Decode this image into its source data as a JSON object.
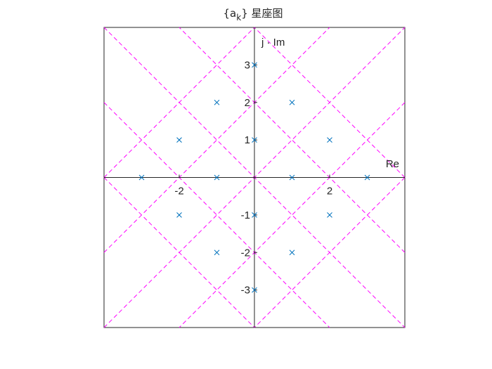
{
  "chart_data": {
    "type": "scatter",
    "title": {
      "prefix": "{a",
      "subscript": "k",
      "suffix": "} 星座图"
    },
    "xlabel": "Re",
    "ylabel": "j · Im",
    "xlim": [
      -4,
      4
    ],
    "ylim": [
      -4,
      4
    ],
    "grid": false,
    "x_tick_labels": [
      {
        "value": -2,
        "label": "-2"
      },
      {
        "value": 2,
        "label": "2"
      }
    ],
    "y_tick_labels": [
      {
        "value": 3,
        "label": "3"
      },
      {
        "value": 2,
        "label": "2"
      },
      {
        "value": 1,
        "label": "1"
      },
      {
        "value": -1,
        "label": "-1"
      },
      {
        "value": -2,
        "label": "-2"
      },
      {
        "value": -3,
        "label": "-3"
      }
    ],
    "series": [
      {
        "marker": "x",
        "color": "#0072BD",
        "points": [
          [
            0,
            3
          ],
          [
            -1,
            2
          ],
          [
            1,
            2
          ],
          [
            -2,
            1
          ],
          [
            0,
            1
          ],
          [
            2,
            1
          ],
          [
            -3,
            0
          ],
          [
            -1,
            0
          ],
          [
            1,
            0
          ],
          [
            3,
            0
          ],
          [
            -2,
            -1
          ],
          [
            0,
            -1
          ],
          [
            2,
            -1
          ],
          [
            -1,
            -2
          ],
          [
            1,
            -2
          ],
          [
            0,
            -3
          ]
        ]
      }
    ],
    "decision_boundaries": {
      "style": "dashed",
      "color": "#FF00FF",
      "lines": [
        {
          "slope": 1,
          "intercept": 0
        },
        {
          "slope": 1,
          "intercept": 2
        },
        {
          "slope": 1,
          "intercept": -2
        },
        {
          "slope": 1,
          "intercept": 4
        },
        {
          "slope": 1,
          "intercept": -4
        },
        {
          "slope": -1,
          "intercept": 0
        },
        {
          "slope": -1,
          "intercept": 2
        },
        {
          "slope": -1,
          "intercept": -2
        },
        {
          "slope": -1,
          "intercept": 4
        },
        {
          "slope": -1,
          "intercept": -4
        }
      ]
    },
    "axis_color": "#262626",
    "background": "#ffffff"
  }
}
